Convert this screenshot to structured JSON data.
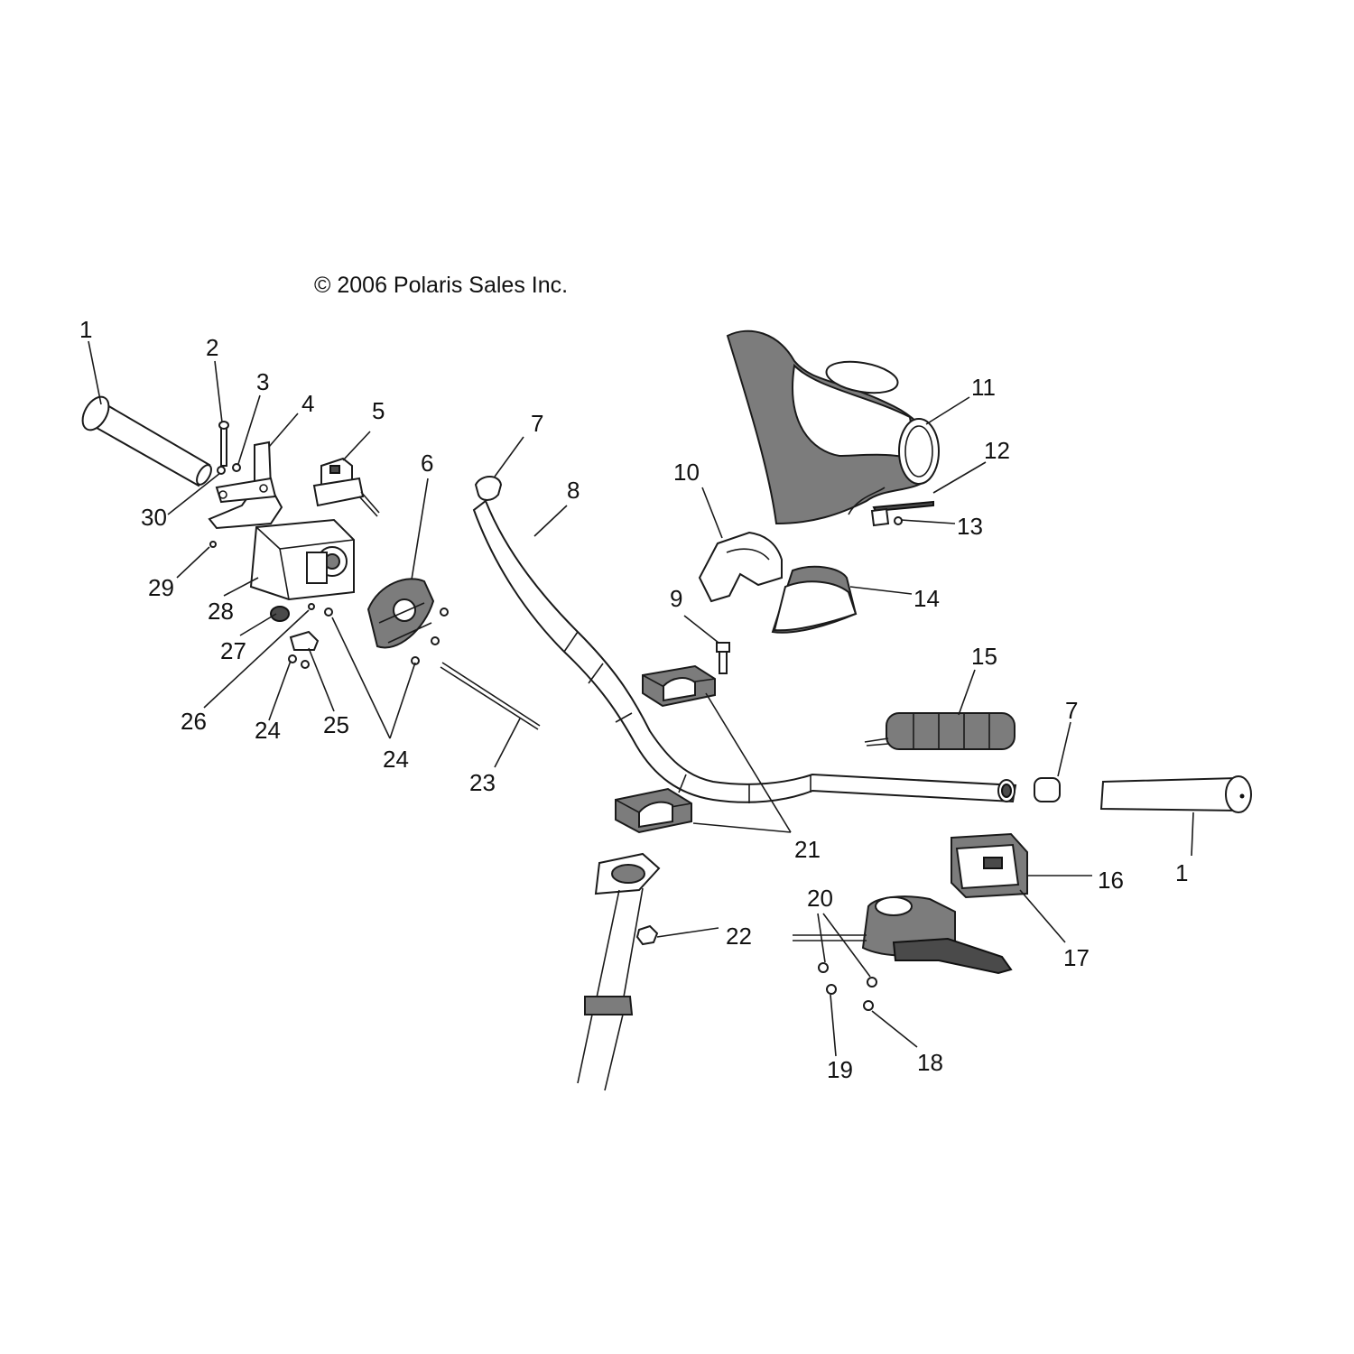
{
  "copyright": "© 2006 Polaris Sales Inc.",
  "callouts": {
    "c1a": "1",
    "c1b": "1",
    "c2": "2",
    "c3": "3",
    "c4": "4",
    "c5": "5",
    "c6": "6",
    "c7a": "7",
    "c7b": "7",
    "c8": "8",
    "c9": "9",
    "c10": "10",
    "c11": "11",
    "c12": "12",
    "c13": "13",
    "c14": "14",
    "c15": "15",
    "c16": "16",
    "c17": "17",
    "c18": "18",
    "c19": "19",
    "c20": "20",
    "c21": "21",
    "c22": "22",
    "c23": "23",
    "c24a": "24",
    "c24b": "24",
    "c25": "25",
    "c26": "26",
    "c27": "27",
    "c28": "28",
    "c29": "29",
    "c30": "30"
  }
}
